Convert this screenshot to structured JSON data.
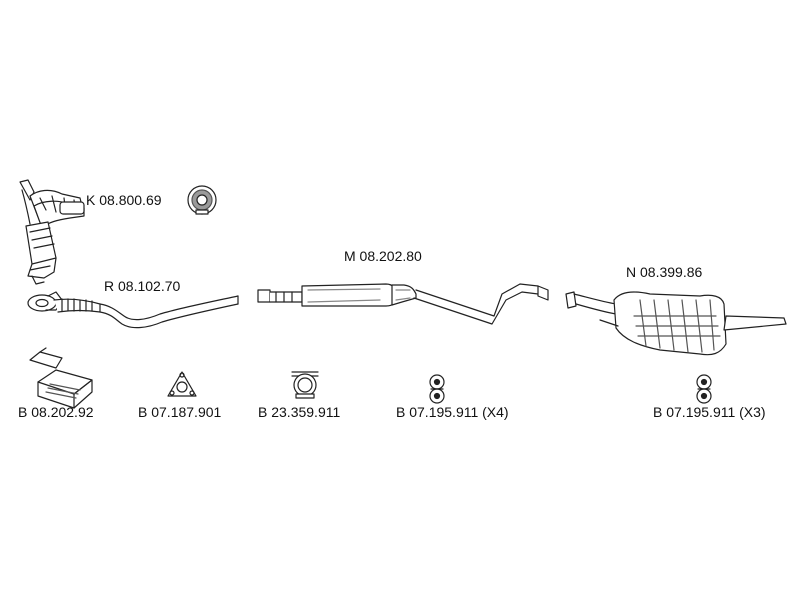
{
  "parts": {
    "manifold_catalyst": {
      "code": "K 08.800.69"
    },
    "front_pipe": {
      "code": "R 08.102.70"
    },
    "middle_silencer": {
      "code": "M 08.202.80"
    },
    "rear_silencer": {
      "code": "N 08.399.86"
    }
  },
  "accessories": [
    {
      "code": "B 08.202.92"
    },
    {
      "code": "B 07.187.901"
    },
    {
      "code": "B 23.359.911"
    },
    {
      "code": "B 07.195.911 (X4)"
    },
    {
      "code": "B 07.195.911 (X3)"
    }
  ],
  "colors": {
    "stroke": "#222222",
    "fill": "#ffffff",
    "shade": "#9a9a9a"
  }
}
